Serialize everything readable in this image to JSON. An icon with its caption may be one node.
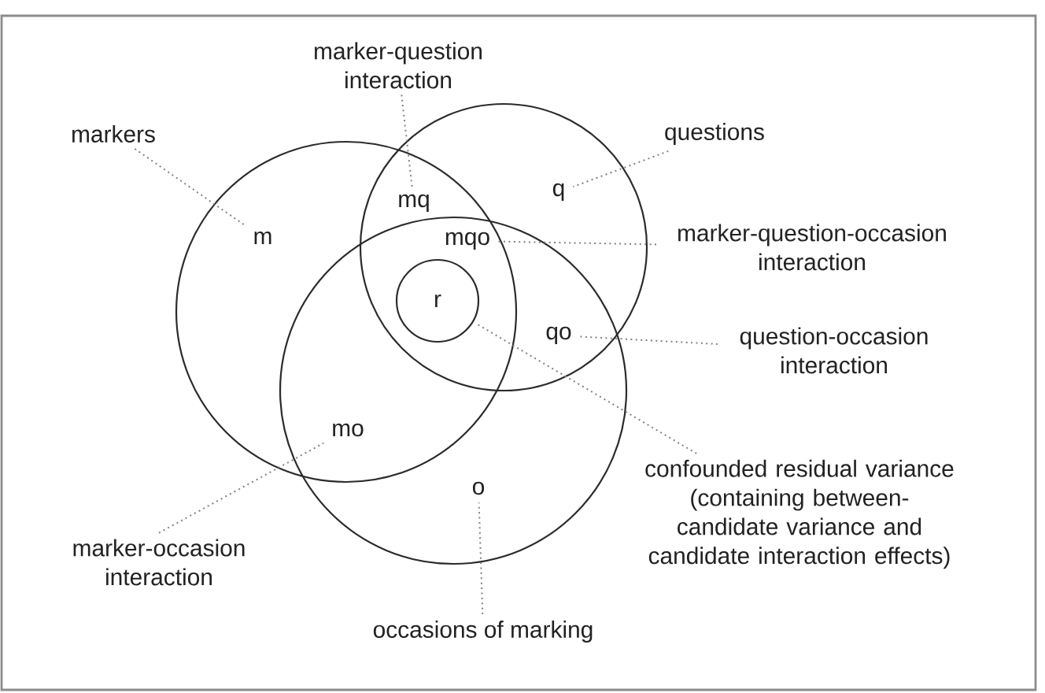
{
  "diagram": {
    "nodes": [
      {
        "text": [],
        "shape": "circle"
      },
      {
        "text": [],
        "shape": "circle"
      },
      {
        "text": [],
        "shape": "circle"
      },
      {
        "text": [
          "marker-question interaction"
        ]
      },
      {
        "text": [
          "markers"
        ]
      },
      {
        "text": [
          "questions"
        ]
      },
      {
        "text": [
          "q"
        ],
        "in": 1
      },
      {
        "text": [
          "mq"
        ]
      },
      {
        "text": [
          "m"
        ],
        "in": 0
      },
      {
        "text": [
          "mqo"
        ]
      },
      {
        "text": [
          "marker-question-occasion interaction"
        ]
      },
      {
        "text": [
          "r"
        ]
      },
      {
        "text": [
          "qo"
        ]
      },
      {
        "text": [
          "question-occasion interaction"
        ]
      },
      {
        "text": [
          "mo"
        ]
      },
      {
        "text": [
          "confounded residual variance (containing between- candidate variance and candidate interaction effects)"
        ]
      },
      {
        "text": [
          "o"
        ],
        "in": 2
      },
      {
        "text": [
          "marker-occasion interaction"
        ]
      },
      {
        "text": [
          "occasions of marking"
        ]
      }
    ],
    "edges": [
      {
        "from": 4,
        "to": 8,
        "arrow": "none"
      },
      {
        "from": 3,
        "to": 7,
        "arrow": "none"
      },
      {
        "from": 5,
        "to": 6,
        "arrow": "none"
      },
      {
        "from": 10,
        "to": 9,
        "arrow": "none"
      },
      {
        "from": 13,
        "to": 12,
        "arrow": "none"
      },
      {
        "from": 15,
        "to": 11,
        "arrow": "none"
      },
      {
        "from": 17,
        "to": 14,
        "arrow": "none"
      },
      {
        "from": 18,
        "to": 16,
        "arrow": "none"
      }
    ]
  }
}
